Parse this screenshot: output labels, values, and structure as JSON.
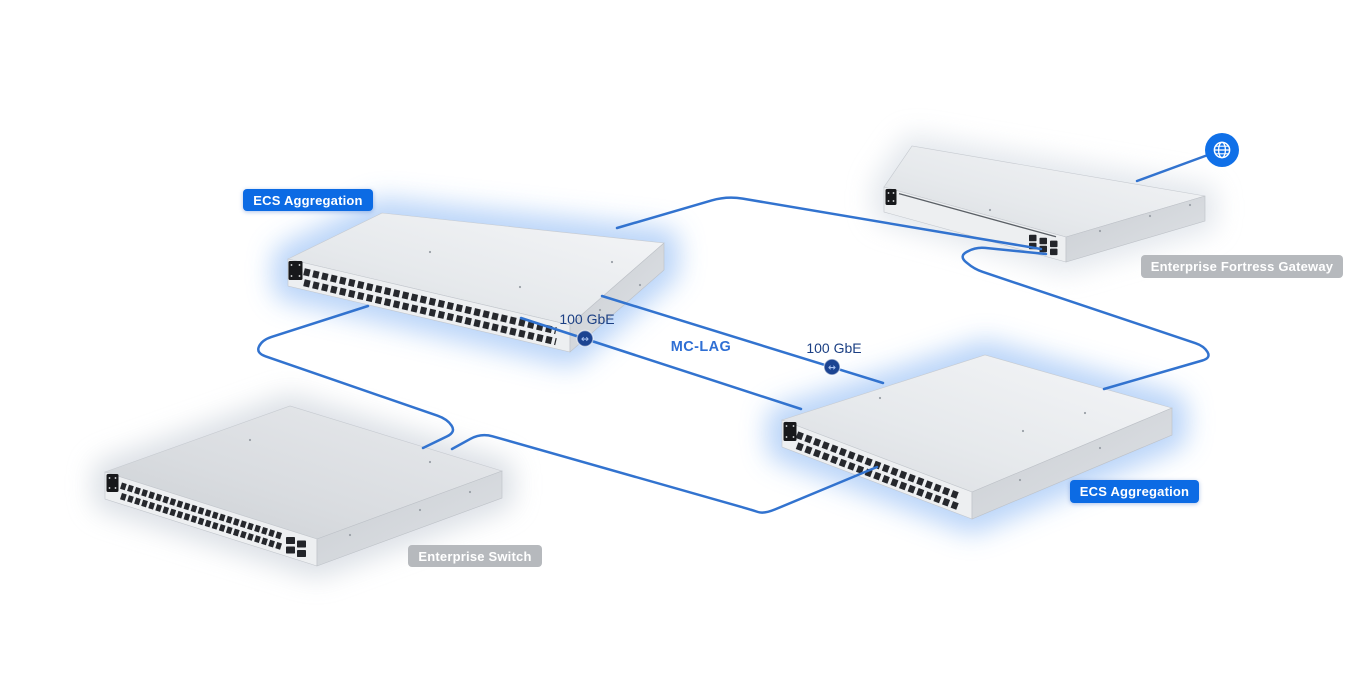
{
  "devices": [
    {
      "id": "ecs-aggregation-1",
      "label": "ECS Aggregation",
      "label_style": "blue"
    },
    {
      "id": "enterprise-fortress-gateway",
      "label": "Enterprise Fortress Gateway",
      "label_style": "gray"
    },
    {
      "id": "enterprise-switch",
      "label": "Enterprise Switch",
      "label_style": "gray"
    },
    {
      "id": "ecs-aggregation-2",
      "label": "ECS Aggregation",
      "label_style": "blue"
    }
  ],
  "annotations": {
    "speed1": "100 GbE",
    "speed2": "100 GbE",
    "mclag": "MC-LAG"
  },
  "icons": {
    "globe": "internet-globe-icon",
    "link_badge_glyph": "↔"
  },
  "connections": [
    {
      "from": "ecs-aggregation-1",
      "to": "enterprise-fortress-gateway"
    },
    {
      "from": "enterprise-fortress-gateway",
      "to": "ecs-aggregation-2"
    },
    {
      "from": "ecs-aggregation-1",
      "to": "ecs-aggregation-2",
      "label": "100 GbE",
      "group": "MC-LAG"
    },
    {
      "from": "ecs-aggregation-1",
      "to": "ecs-aggregation-2",
      "label": "100 GbE",
      "group": "MC-LAG"
    },
    {
      "from": "enterprise-switch",
      "to": "ecs-aggregation-1"
    },
    {
      "from": "enterprise-switch",
      "to": "ecs-aggregation-2"
    },
    {
      "from": "internet",
      "to": "enterprise-fortress-gateway"
    }
  ],
  "colors": {
    "background": "#ffffff",
    "accent_blue": "#0c6be4",
    "line_blue": "#3273cf",
    "badge_navy": "#1c4492",
    "badge_glyph": "#a6c0ef",
    "label_gray": "#b6b9bd",
    "link_text": "#1c4084",
    "mclag_text": "#2f6fd4",
    "glow_blue": "#b3d0f8",
    "globe_blue": "#1070e8"
  }
}
